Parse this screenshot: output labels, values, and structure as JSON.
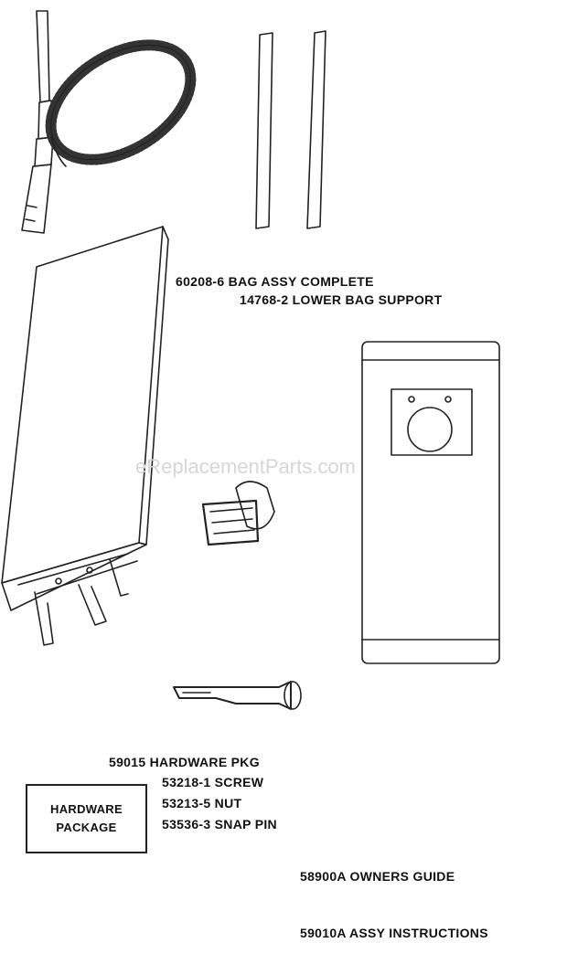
{
  "watermark": "eReplacementParts.com",
  "labels": {
    "bag_assy": "60208-6 BAG ASSY COMPLETE",
    "lower_bag_support": "14768-2 LOWER BAG SUPPORT",
    "hardware_pkg": "59015 HARDWARE PKG",
    "screw": "53218-1 SCREW",
    "nut": "53213-5 NUT",
    "snap_pin": "53536-3 SNAP PIN",
    "owners_guide": "58900A OWNERS GUIDE",
    "assy_instructions": "59010A ASSY INSTRUCTIONS"
  },
  "hardware_box": {
    "line1": "HARDWARE",
    "line2": "PACKAGE"
  }
}
